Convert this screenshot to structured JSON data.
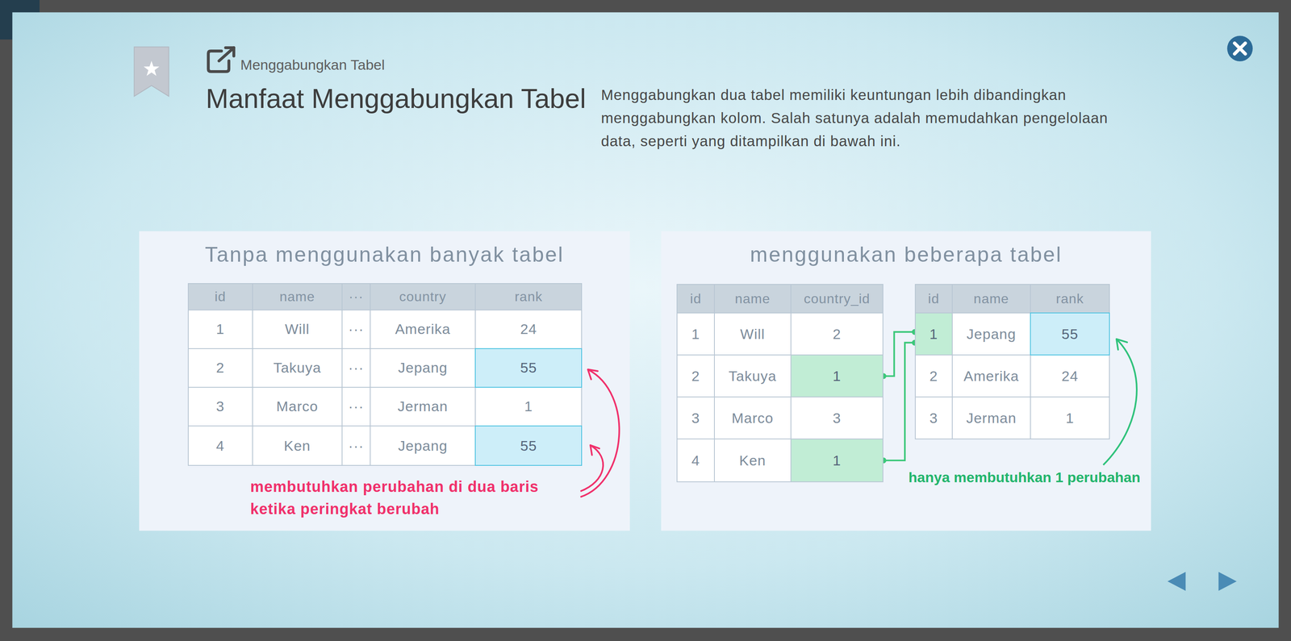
{
  "diagram": {
    "title": "Manfaat Menggabungkan Tabel",
    "nodes": [
      {
        "text": [
          "Tanpa menggunakan banyak tabel"
        ]
      },
      {
        "text": [
          "menggunakan beberapa tabel"
        ]
      },
      {
        "text": [
          "1"
        ],
        "in": 1
      },
      {
        "text": [
          "1"
        ],
        "in": 1
      },
      {
        "text": [
          "1"
        ],
        "in": 1
      }
    ],
    "edges": [
      {
        "from": 2,
        "to": 4,
        "arrow": "none"
      },
      {
        "from": 3,
        "to": 4,
        "arrow": "none"
      }
    ],
    "labels": [
      "Menggabungkan Tabel",
      "Menggabungkan dua tabel memiliki keuntungan lebih dibandingkan menggabungkan kolom. Salah satunya adalah memudahkan pengelolaan data, seperti yang ditampilkan di bawah ini.",
      "id",
      "name",
      "···",
      "country",
      "rank",
      "1",
      "Will",
      "···",
      "Amerika",
      "24",
      "2",
      "Takuya",
      "···",
      "Jepang",
      "55",
      "3",
      "Marco",
      "···",
      "Jerman",
      "1",
      "4",
      "Ken",
      "···",
      "Jepang",
      "55",
      "membutuhkan perubahan di dua baris ketika peringkat berubah",
      "id",
      "name",
      "country_id",
      "1",
      "Will",
      "2",
      "2",
      "Takuya",
      "3",
      "Marco",
      "3",
      "4",
      "Ken",
      "id",
      "name",
      "rank",
      "Jepang",
      "55",
      "2",
      "Amerika",
      "24",
      "3",
      "Jerman",
      "1",
      "hanya membutuhkan 1 perubahan"
    ]
  }
}
